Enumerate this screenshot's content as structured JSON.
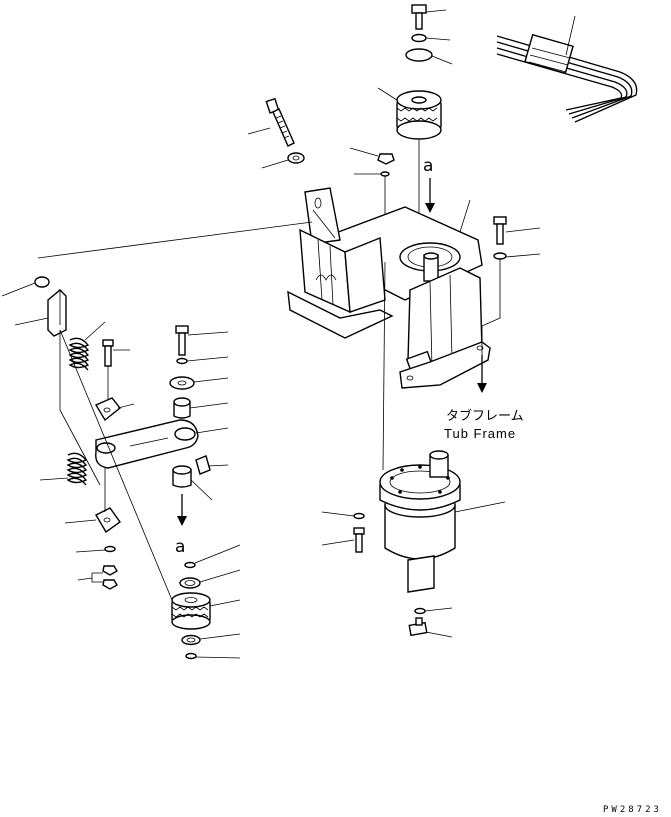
{
  "labels": {
    "tub_frame_jp": "タブフレーム",
    "tub_frame_en": "Tub Frame",
    "view_arrow_upper": "a",
    "view_arrow_lower": "a",
    "drawing_code": "PW28723"
  }
}
